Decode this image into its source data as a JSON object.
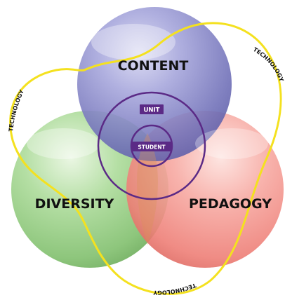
{
  "circles": {
    "content": {
      "label": "CONTENT",
      "color": "#7f7fc4"
    },
    "diversity": {
      "label": "DIVERSITY",
      "color": "#8fca7c"
    },
    "pedagogy": {
      "label": "PEDAGOGY",
      "color": "#f0857f"
    }
  },
  "center": {
    "unit_label": "UNIT",
    "student_label": "STUDENT",
    "ring_color": "#5b2a86",
    "badge_color": "#5b2a86"
  },
  "technology": {
    "label": "TECHNOLOGY",
    "loop_color": "#f4e11f"
  }
}
